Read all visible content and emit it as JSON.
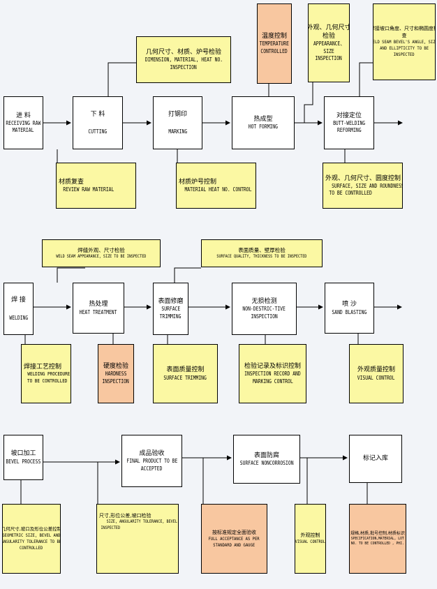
{
  "row1": {
    "receiving": {
      "cn": "进 料",
      "en1": "RECEIVING RAW",
      "en2": "MATERIAL"
    },
    "cutting": {
      "cn": "下 料",
      "en": "CUTTING"
    },
    "marking": {
      "cn": "打钢印",
      "en": "MARKING"
    },
    "hot_forming": {
      "cn": "热成型",
      "en": "HOT FORMING"
    },
    "butt_welding": {
      "cn": "对接定位",
      "en1": "BUTT-WELDING",
      "en2": "REFORMING"
    },
    "dimension_inspection": {
      "cn": "几何尺寸、材质、炉号检验",
      "en1": "DIMENSION, MATERIAL, HEAT NO.",
      "en2": "INSPECTION"
    },
    "temperature_controlled": {
      "cn": "温度控制",
      "en1": "TEMPERATURE",
      "en2": "CONTROLLED"
    },
    "appearance_inspection": {
      "cn1": "外观、几何尺寸",
      "cn2": "检验",
      "en1": "APPEARANCE、",
      "en2": "SIZE",
      "en3": "INSPECTION"
    },
    "weld_seam_bevel": {
      "cn1": "焊接坡口角度、尺寸和椭圆度检",
      "cn2": "查",
      "en1": "WELD SEAM BEVEL'S ANGLE, SIZE",
      "en2": "AND ELLIPTICITY TO BE",
      "en3": "INSPECTED"
    },
    "review_raw_material": {
      "cn": "材质复查",
      "en": "REVIEW RAW MATERIAL"
    },
    "heat_no_control": {
      "cn": "材质炉号控制",
      "en": "MATERIAL HEAT NO. CONTROL"
    },
    "surface_size_roundness": {
      "cn": "外观、几何尺寸、圆度控制",
      "en1": "SURFACE, SIZE AND ROUNDNESS",
      "en2": "TO BE CONTROLLED"
    }
  },
  "row2": {
    "welding": {
      "cn": "焊 接",
      "en": "WELDING"
    },
    "heat_treatment": {
      "cn": "热处理",
      "en": "HEAT TREATMENT"
    },
    "surface_trimming": {
      "cn": "表面修磨",
      "en1": "SURFACE",
      "en2": "TRIMMING"
    },
    "ndt_inspection": {
      "cn": "无损检测",
      "en1": "NON-DESTRIC-TIVE",
      "en2": "INSPECTION"
    },
    "sand_blasting": {
      "cn": "喷 沙",
      "en": "SAND BLASTING"
    },
    "weld_seam_appearance": {
      "cn": "焊缝外观、尺寸检验",
      "en": "WELD SEAM APPEARANCE, SIZE TO BE INSPECTED"
    },
    "surface_quality_thickness": {
      "cn": "表面质量、壁厚检验",
      "en": "SURFACE QUALITY, THICKNESS TO BE INSPECTED"
    },
    "welding_procedure": {
      "cn": "焊接工艺控制",
      "en1": "WELDING PROCEDURE",
      "en2": "TO BE CONTROLLED"
    },
    "hardness_inspection": {
      "cn": "硬度检验",
      "en1": "HARDNESS",
      "en2": "INSPECTION"
    },
    "surface_trimming_control": {
      "cn": "表面质量控制",
      "en": "SURFACE TRIMMING"
    },
    "inspection_record_marking": {
      "cn": "检验记录及标识控制",
      "en1": "INSPECTION RECORD AND",
      "en2": "MARKING CONTROL"
    },
    "visual_control": {
      "cn": "外观质量控制",
      "en": "VISUAL CONTROL"
    }
  },
  "row3": {
    "bevel_process": {
      "cn": "坡口加工",
      "en": "BEVEL PROCESS"
    },
    "final_product": {
      "cn": "成品验收",
      "en1": "FINAL PRODUCT TO BE",
      "en2": "ACCEPTED"
    },
    "surface_noncorrosion": {
      "cn": "表面防腐",
      "en": "SURFACE NONCORROSION"
    },
    "storage_marking": {
      "cn": "标记入库"
    },
    "geometric_size": {
      "cn": "几何尺寸,坡口及形位公差控制",
      "en1": "GEOMETRIC SIZE, BEVEL AND",
      "en2": "ANGULARITY TOLERANCE TO BE",
      "en3": "CONTROLLED"
    },
    "size_angularity": {
      "cn": "尺寸,形位公差,坡口检验",
      "en1": "SIZE, ANGULARITY TOLERANCE, BEVEL TO BE",
      "en2": "INSPECTED"
    },
    "full_acceptance": {
      "cn": "按标准规定全面验收",
      "en1": "FULL ACCEPTANCE AS PER",
      "en2": "STANDARD AND GAUGE"
    },
    "visual_control": {
      "cn": "外观控制",
      "en": "VISUAL CONTROL"
    },
    "specification_lot": {
      "cn": "规格,材质,批号控制,材质标识",
      "en1": "SPECIFICATION,MATERIAL, LOT",
      "en2": "NO. TO BE CONTROLLED , PHI."
    }
  }
}
